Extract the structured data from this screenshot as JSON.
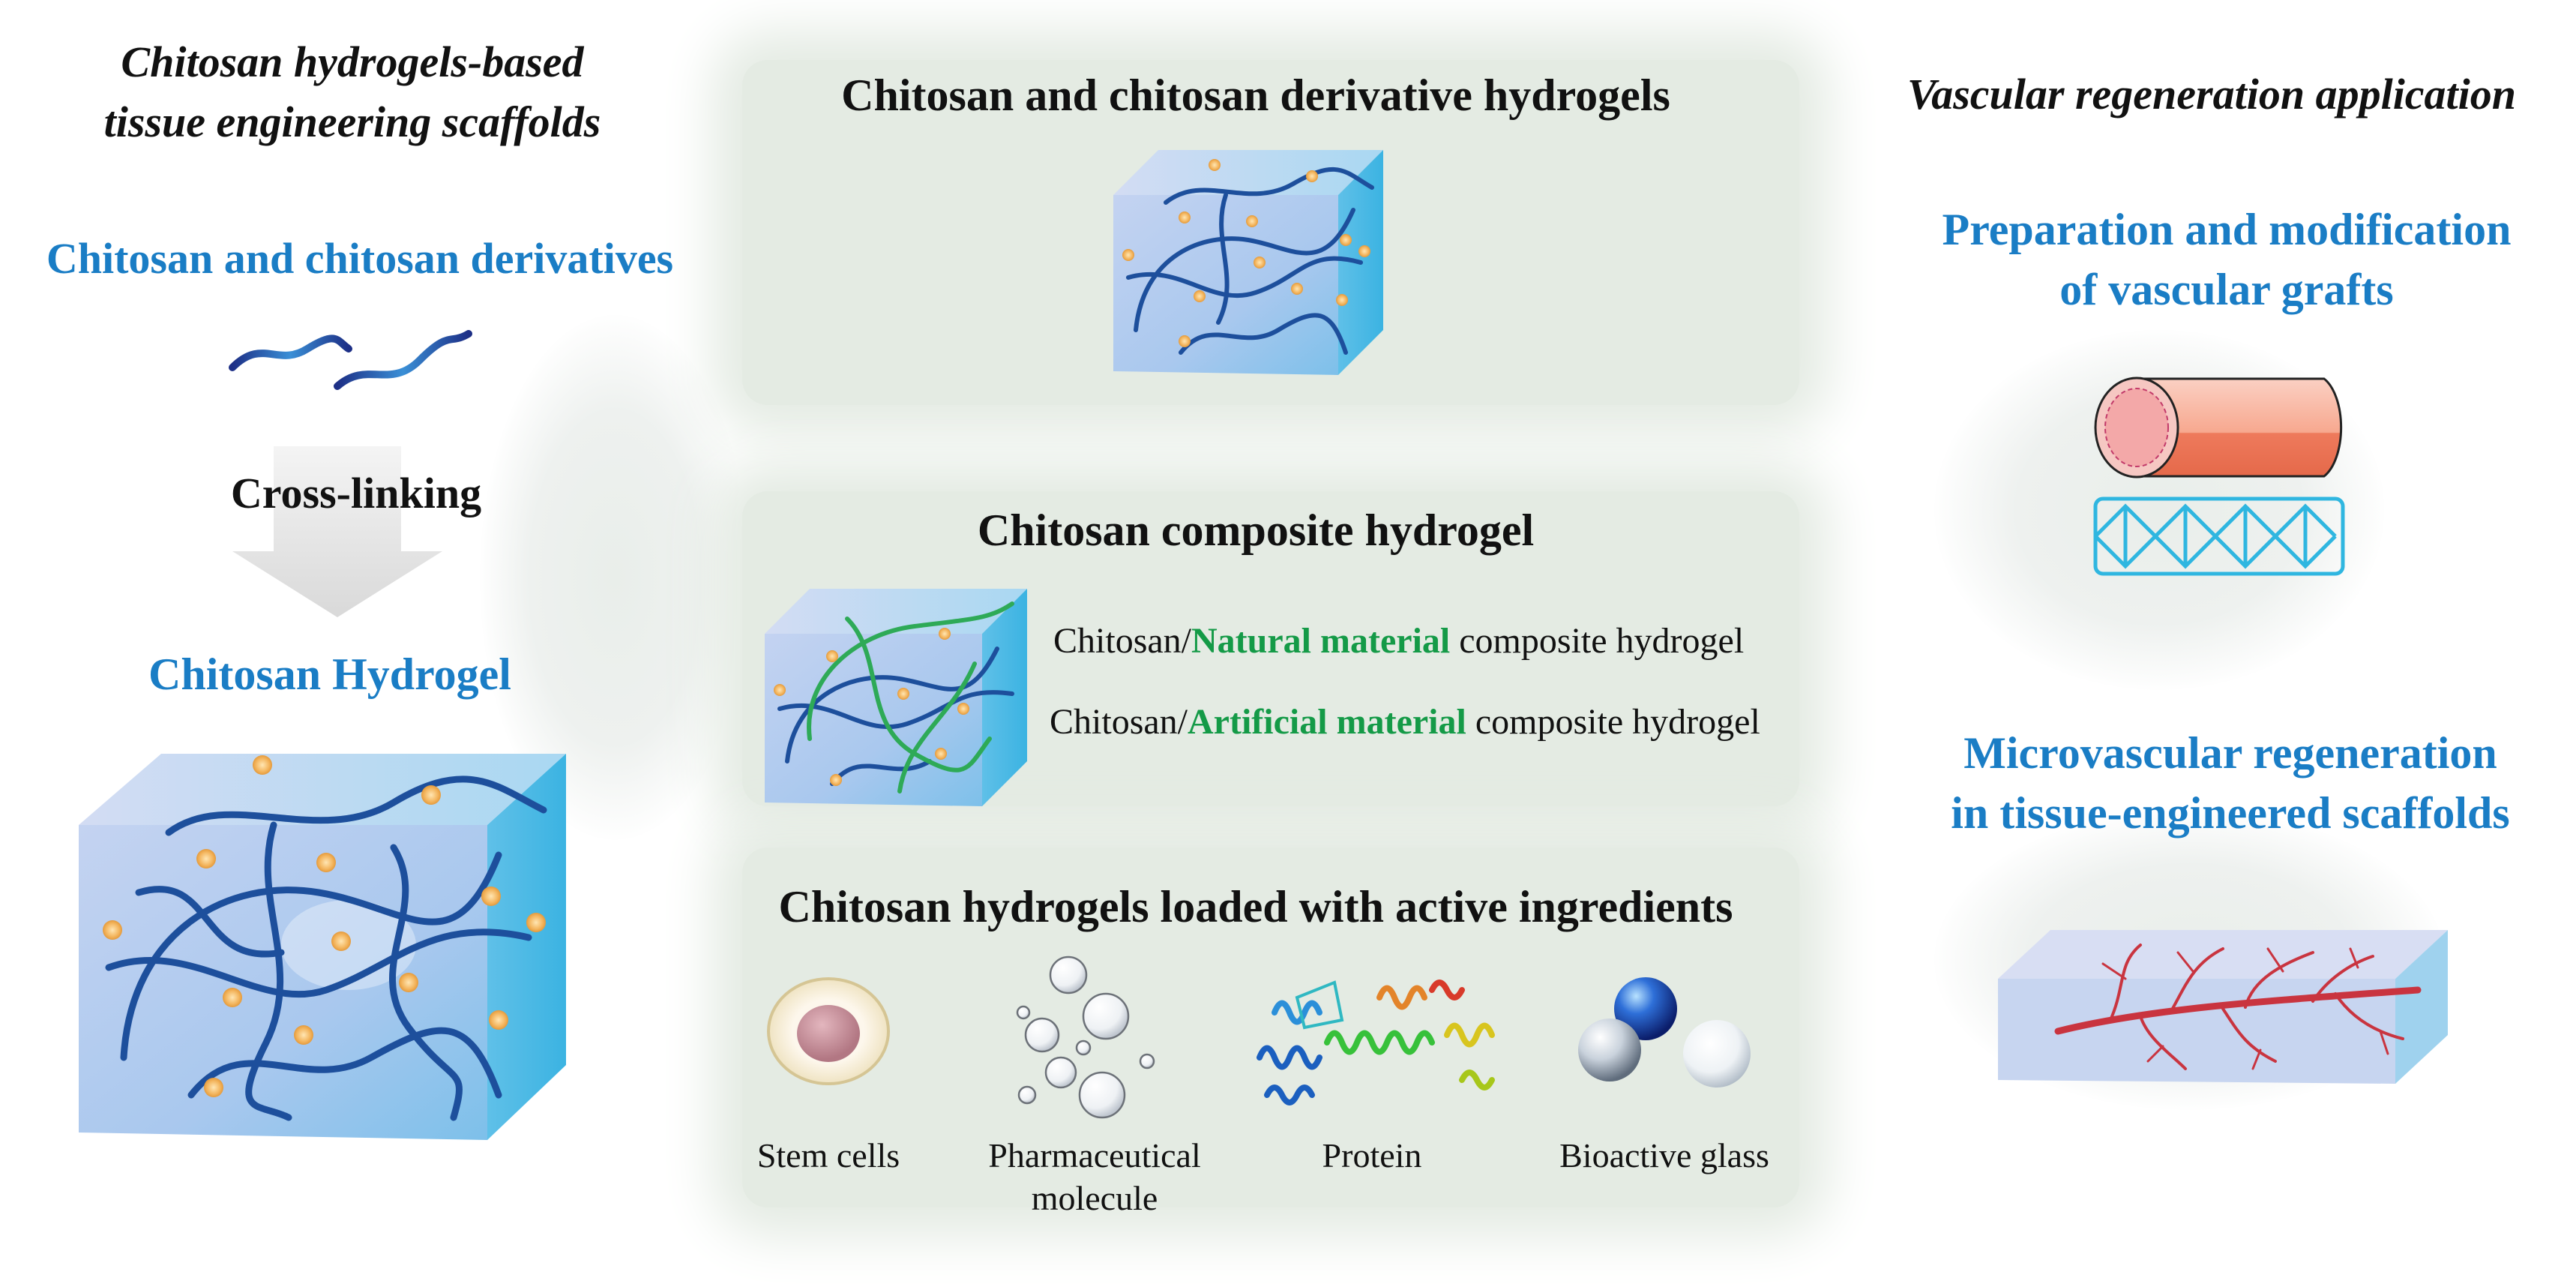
{
  "left": {
    "heading_line1": "Chitosan hydrogels-based",
    "heading_line2": "tissue engineering scaffolds",
    "derivatives_label": "Chitosan and chitosan derivatives",
    "crosslink_label": "Cross-linking",
    "hydrogel_label": "Chitosan Hydrogel"
  },
  "middle": {
    "derivative_title": "Chitosan and chitosan derivative hydrogels",
    "composite_title": "Chitosan composite hydrogel",
    "composite_items": [
      {
        "prefix": "Chitosan/",
        "highlight": "Natural material",
        "suffix": " composite hydrogel"
      },
      {
        "prefix": "Chitosan/",
        "highlight": "Artificial material",
        "suffix": " composite hydrogel"
      }
    ],
    "loaded_title": "Chitosan hydrogels loaded with active ingredients",
    "ingredients": [
      {
        "label": "Stem cells",
        "icon": "stem-cell-icon"
      },
      {
        "label_line1": "Pharmaceutical",
        "label_line2": "molecule",
        "icon": "molecule-bubbles-icon"
      },
      {
        "label": "Protein",
        "icon": "protein-ribbon-icon"
      },
      {
        "label": "Bioactive glass",
        "icon": "glass-spheres-icon"
      }
    ]
  },
  "right": {
    "heading": "Vascular regeneration application",
    "grafts_line1": "Preparation and modification",
    "grafts_line2": "of vascular grafts",
    "micro_line1": "Microvascular regeneration",
    "micro_line2": "in tissue-engineered scaffolds"
  },
  "colors": {
    "accent_blue": "#1a7dc5",
    "accent_green": "#149a47",
    "panel": "#e4ebe3"
  }
}
